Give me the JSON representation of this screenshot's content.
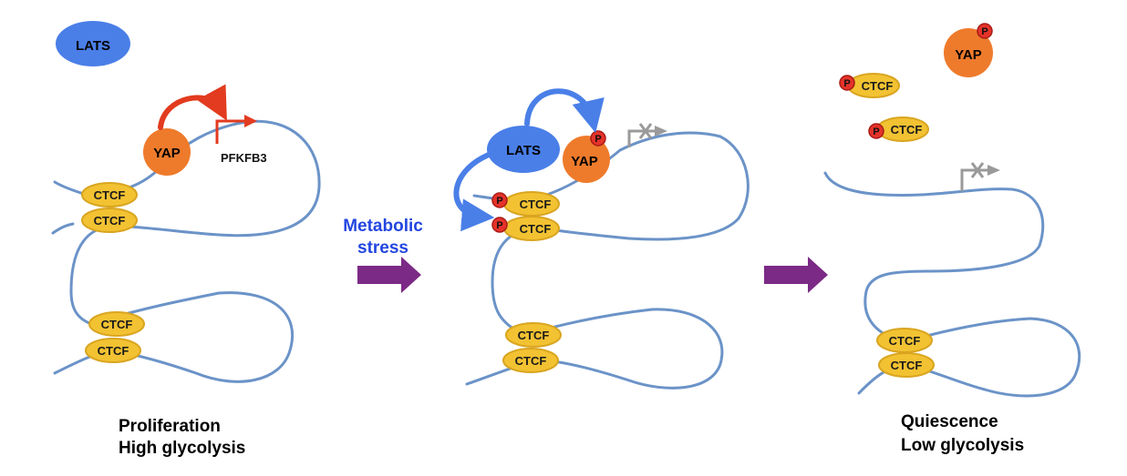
{
  "colors": {
    "dna": "#6b93c8",
    "lats": "#4a7fe8",
    "yap": "#ee7b2c",
    "ctcf": "#f2c232",
    "phospho": "#e5332a",
    "active_arrow": "#e23b1f",
    "lats_arrow": "#4a7fe8",
    "inactive_promoter": "#9a9a9a",
    "transition_arrow": "#7b2a85",
    "stress_text": "#2346e0"
  },
  "labels": {
    "lats": "LATS",
    "yap": "YAP",
    "ctcf": "CTCF",
    "phospho": "P",
    "gene": "PFKFB3",
    "stress_line1": "Metabolic",
    "stress_line2": "stress"
  },
  "panels": {
    "left": {
      "state_line1": "Proliferation",
      "state_line2": "High glycolysis"
    },
    "right": {
      "state_line1": "Quiescence",
      "state_line2": "Low glycolysis"
    }
  },
  "icons": {
    "active_promoter": "bent-arrow-icon",
    "blocked_promoter": "crossed-promoter-icon",
    "transition": "block-arrow-icon"
  }
}
